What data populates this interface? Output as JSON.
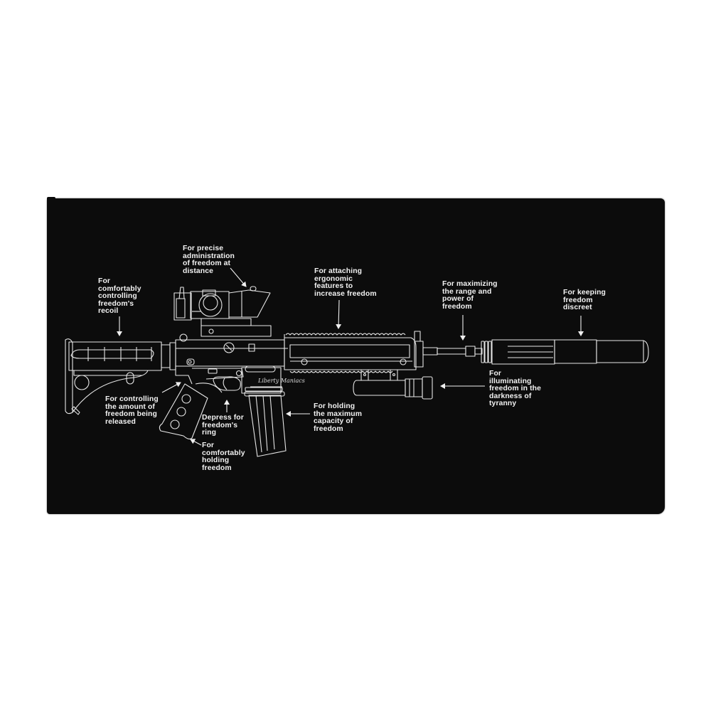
{
  "product": {
    "type": "beach towel",
    "background_color": "#ffffff",
    "towel_color": "#0c0c0c",
    "line_color": "#e8e8e8"
  },
  "diagram": {
    "subject": "rifle-blueprint",
    "logo_text": "Liberty Maniacs",
    "labels": {
      "stock": "For\ncomfortably\ncontrolling\nfreedom's\nrecoil",
      "scope": "For precise\nadministration\nof freedom at\ndistance",
      "rail": "For attaching\nergonomic\nfeatures to\nincrease freedom",
      "barrel": "For maximizing\nthe range and\npower of\nfreedom",
      "suppressor": "For keeping\nfreedom\ndiscreet",
      "flashlight": "For\nilluminating\nfreedom in the\ndarkness of\ntyranny",
      "selector": "For controlling\nthe amount of\nfreedom being\nreleased",
      "trigger": "Depress for\nfreedom's\nring",
      "grip": "For\ncomfortably\nholding\nfreedom",
      "magazine": "For holding\nthe maximum\ncapacity of\nfreedom"
    }
  }
}
